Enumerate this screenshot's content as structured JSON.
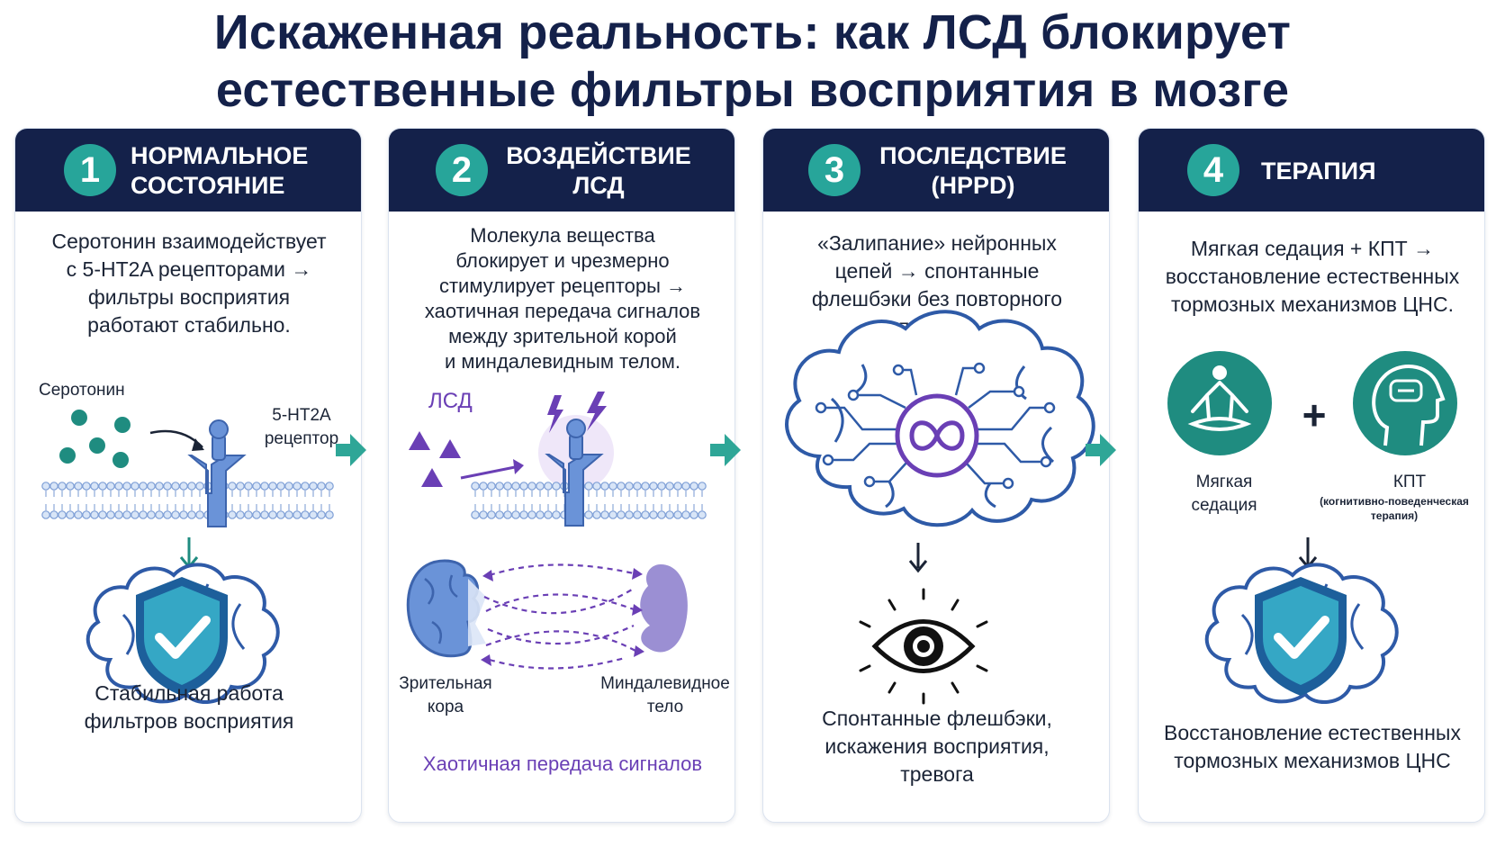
{
  "title": "Искаженная реальность: как ЛСД блокирует\nестественные фильтры восприятия в мозге",
  "colors": {
    "navy": "#14214a",
    "teal": "#27a59a",
    "blue": "#5b87d4",
    "purple": "#6a3fb5"
  },
  "panels": [
    {
      "number": "1",
      "title": "НОРМАЛЬНОЕ\nСОСТОЯНИЕ",
      "description": "Серотонин взаимодействует\nс 5-HT2A рецепторами →\nфильтры восприятия\nработают стабильно.",
      "labels": {
        "serotonin": "Серотонин",
        "receptor": "5-HT2A\nрецептор"
      },
      "icons": [
        "serotonin-dots-icon",
        "receptor-icon",
        "membrane-icon",
        "down-arrow-icon",
        "brain-shield-icon"
      ],
      "caption": "Стабильная работа\nфильтров восприятия"
    },
    {
      "number": "2",
      "title": "ВОЗДЕЙСТВИЕ\nЛСД",
      "description": "Молекула вещества\nблокирует и чрезмерно\nстимулирует рецепторы →\nхаотичная передача сигналов\nмежду зрительной корой\nи миндалевидным телом.",
      "labels": {
        "lsd": "ЛСД",
        "cortex": "Зрительная\nкора",
        "amygdala": "Миндалевидное\nтело"
      },
      "icons": [
        "lsd-triangles-icon",
        "lightning-icon",
        "receptor-icon",
        "membrane-icon",
        "visual-cortex-icon",
        "amygdala-icon"
      ],
      "caption": "Хаотичная передача сигналов"
    },
    {
      "number": "3",
      "title": "ПОСЛЕДСТВИЕ\n(HPPD)",
      "description": "«Залипание» нейронных\nцепей → спонтанные\nфлешбэки без повторного\nприема.",
      "icons": [
        "brain-loop-icon",
        "down-arrow-icon",
        "eye-icon"
      ],
      "caption": "Спонтанные флешбэки,\nискажения восприятия,\nтревога"
    },
    {
      "number": "4",
      "title": "ТЕРАПИЯ",
      "description": "Мягкая седация + КПТ →\nвосстановление естественных\nтормозных механизмов ЦНС.",
      "labels": {
        "sedation": "Мягкая\nседация",
        "plus": "+",
        "cbt": "КПТ",
        "cbt_full": "(когнитивно-поведенческая\nтерапия)"
      },
      "icons": [
        "meditation-icon",
        "head-dialog-icon",
        "down-arrow-icon",
        "brain-shield-icon"
      ],
      "caption": "Восстановление естественных\nтормозных механизмов ЦНС"
    }
  ]
}
